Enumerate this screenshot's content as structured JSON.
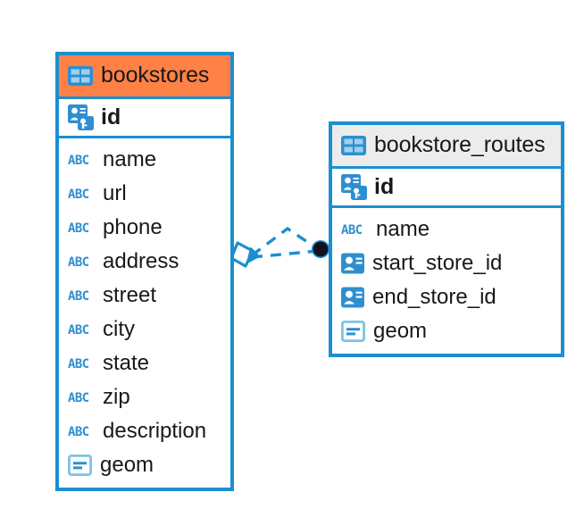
{
  "diagram": {
    "type": "entity-relationship-diagram",
    "background": "#ffffff",
    "accent_color": "#1A8FD1",
    "selected_header_color": "#FF8146",
    "unselected_header_color": "#ECECEC",
    "text_color": "#17181a"
  },
  "entities": [
    {
      "name": "bookstores",
      "selected": true,
      "header_icon": "table-icon",
      "primary_key": {
        "label": "id",
        "icon": "primary-key-icon"
      },
      "fields": [
        {
          "label": "name",
          "icon": "text-type-icon"
        },
        {
          "label": "url",
          "icon": "text-type-icon"
        },
        {
          "label": "phone",
          "icon": "text-type-icon"
        },
        {
          "label": "address",
          "icon": "text-type-icon"
        },
        {
          "label": "street",
          "icon": "text-type-icon"
        },
        {
          "label": "city",
          "icon": "text-type-icon"
        },
        {
          "label": "state",
          "icon": "text-type-icon"
        },
        {
          "label": "zip",
          "icon": "text-type-icon"
        },
        {
          "label": "description",
          "icon": "text-type-icon"
        },
        {
          "label": "geom",
          "icon": "geometry-type-icon"
        }
      ]
    },
    {
      "name": "bookstore_routes",
      "selected": false,
      "header_icon": "table-icon",
      "primary_key": {
        "label": "id",
        "icon": "primary-key-icon"
      },
      "fields": [
        {
          "label": "name",
          "icon": "text-type-icon"
        },
        {
          "label": "start_store_id",
          "icon": "foreign-key-icon"
        },
        {
          "label": "end_store_id",
          "icon": "foreign-key-icon"
        },
        {
          "label": "geom",
          "icon": "geometry-type-icon"
        }
      ]
    }
  ],
  "relationship": {
    "from": "bookstores",
    "to": "bookstore_routes",
    "line_style": "dashed",
    "line_color": "#1A8FD1",
    "source_marker": "diamond-marker",
    "target_marker": "filled-circle-marker",
    "target_marker_color": "#12121e"
  },
  "icon_glyphs": {
    "text-type-icon": "ABC",
    "table-icon": "grid",
    "primary-key-icon": "card-with-key",
    "foreign-key-icon": "card",
    "geometry-type-icon": "box-with-lines"
  }
}
